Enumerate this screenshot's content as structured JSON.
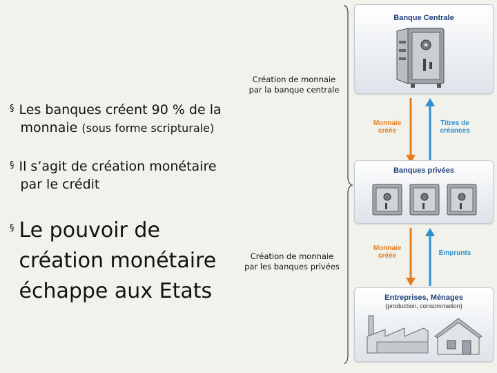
{
  "bullets": {
    "b1_line1": "Les banques créent 90 % de la",
    "b1_line2": "monnaie",
    "b1_sub": "(sous forme scripturale)",
    "b2_line1": "Il s’agit de création monétaire",
    "b2_line2": "par le crédit",
    "b3_line1": "Le pouvoir de",
    "b3_line2": "création monétaire",
    "b3_line3": "échappe aux Etats",
    "marker": "§"
  },
  "notes": {
    "central_line1": "Création de monnaie",
    "central_line2": "par la banque centrale",
    "private_line1": "Création de monnaie",
    "private_line2": "par les banques privées"
  },
  "diagram": {
    "central_title": "Banque Centrale",
    "private_title": "Banques privées",
    "firms_title": "Entreprises, Ménages",
    "firms_sub": "(production, consommation)",
    "arrow1_left_l1": "Monnaie",
    "arrow1_left_l2": "créée",
    "arrow1_right_l1": "Titres de",
    "arrow1_right_l2": "créances",
    "arrow2_left_l1": "Monnaie",
    "arrow2_left_l2": "créée",
    "arrow2_right": "Emprunts",
    "colors": {
      "orange": "#e57c1f",
      "blue": "#2f8ecf",
      "title_blue": "#1f3f79"
    }
  }
}
